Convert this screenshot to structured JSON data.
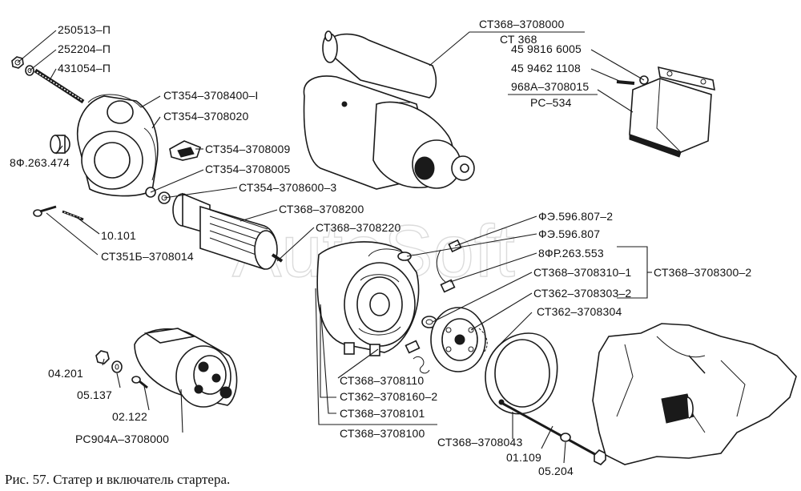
{
  "caption": "Рис. 57. Статер и включатель стартера.",
  "watermark": "AutoSoft",
  "labels": {
    "l_250513": "250513–П",
    "l_252204": "252204–П",
    "l_431054": "431054–П",
    "l_ct354_400": "СТ354–3708400–I",
    "l_ct354_020": "СТ354–3708020",
    "l_8f263474": "8Ф.263.474",
    "l_ct354_009": "СТ354–3708009",
    "l_ct354_005": "СТ354–3708005",
    "l_ct354_600": "СТ354–3708600–3",
    "l_ct368_200": "СТ368–3708200",
    "l_ct368_220": "СТ368–3708220",
    "l_10101": "10.101",
    "l_ct351b": "СТ351Б–3708014",
    "l_ct368_000": "СТ368–3708000",
    "l_ct368": "СТ 368",
    "l_459816": "45 9816 6005",
    "l_459462": "45 9462 1108",
    "l_968a": "968А–3708015",
    "l_pc534": "РС–534",
    "l_fe807_2": "ФЭ.596.807–2",
    "l_fe807": "ФЭ.596.807",
    "l_8fp263553": "8ФР.263.553",
    "l_ct368_310": "СТ368–3708310–1",
    "l_ct362_303": "СТ362–3708303–2",
    "l_ct362_304": "СТ362–3708304",
    "l_ct368_300": "СТ368–3708300–2",
    "l_04201": "04.201",
    "l_05137": "05.137",
    "l_02122": "02.122",
    "l_pc904a": "РС904А–3708000",
    "l_ct368_110": "СТ368–3708110",
    "l_ct362_160": "СТ362–3708160–2",
    "l_ct368_101": "СТ368–3708101",
    "l_ct368_100": "СТ368–3708100",
    "l_ct368_043": "СТ368–3708043",
    "l_01109": "01.109",
    "l_05204": "05.204"
  }
}
